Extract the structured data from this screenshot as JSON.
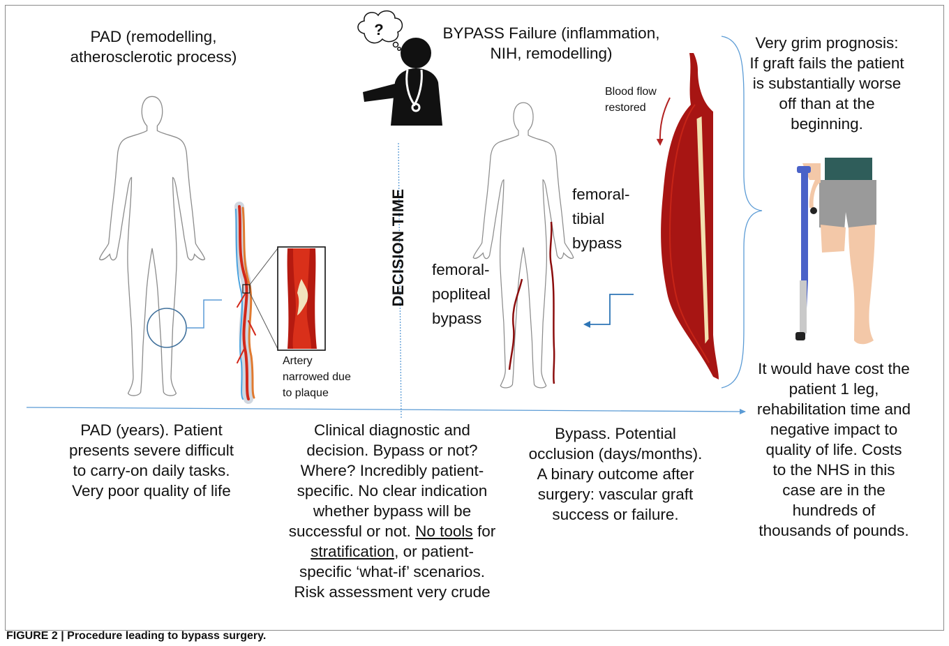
{
  "titles": {
    "pad": [
      "PAD (remodelling,",
      "atherosclerotic process)"
    ],
    "bypass_failure": [
      "BYPASS Failure (inflammation,",
      "NIH, remodelling)"
    ],
    "prognosis": [
      "Very grim prognosis:",
      "If graft fails the patient",
      "is substantially worse",
      "off than at the",
      "beginning."
    ]
  },
  "decision_time": "DECISION TIME",
  "thought_bubble": "?",
  "labels": {
    "blood_flow": [
      "Blood flow",
      "restored"
    ],
    "femoral_tibial": [
      "femoral-",
      "tibial",
      "bypass"
    ],
    "femoral_popliteal": [
      "femoral-",
      "popliteal",
      "bypass"
    ],
    "artery": [
      "Artery",
      "narrowed due",
      "to plaque"
    ]
  },
  "bottom": {
    "pad_years": [
      "PAD (years). Patient",
      "presents severe difficult",
      "to carry-on daily tasks.",
      "Very poor quality of life"
    ],
    "clinical": {
      "l1": "Clinical diagnostic and",
      "l2": "decision.  Bypass or not?",
      "l3": "Where? Incredibly patient-",
      "l4": "specific.  No clear indication",
      "l5": "whether bypass will be",
      "l6a": "successful or not.  ",
      "l6b": "No tools",
      "l6c": " for",
      "l7a": "stratification",
      "l7b": ", or patient-",
      "l8": "specific ‘what-if’ scenarios.",
      "l9": "Risk assessment very crude"
    },
    "bypass": [
      "Bypass. Potential",
      "occlusion (days/months).",
      "A binary outcome after",
      "surgery: vascular graft",
      "success or failure."
    ],
    "cost": [
      "It would have cost the",
      "patient 1 leg,",
      "rehabilitation time and",
      "negative impact to",
      "quality of life.  Costs",
      "to the NHS in this",
      "case are in the",
      "hundreds of",
      "thousands of pounds."
    ]
  },
  "caption": "FIGURE 2 | Procedure leading to bypass surgery.",
  "colors": {
    "artery_red": "#9b1010",
    "bright_red": "#d2281a",
    "graft_cream": "#f2e1b0",
    "line_blue": "#5b9bd5",
    "arrow_blue": "#2e75b6",
    "crutch_blue": "#4a62c8",
    "shirt_teal": "#2f5d5a",
    "shorts_gray": "#9a9a9a",
    "skin": "#f3c8a8"
  },
  "icons": [
    "doctor-icon",
    "thought-bubble-icon",
    "human-outline-icon",
    "leg-artery-icon",
    "bypass-graft-icon",
    "amputee-icon",
    "crutch-icon"
  ]
}
